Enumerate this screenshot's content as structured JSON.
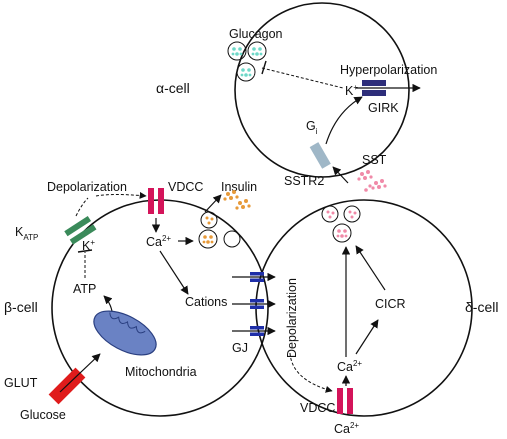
{
  "alpha_cell": {
    "name": "α-cell",
    "glucagon": "Glucagon",
    "hyperpolarization": "Hyperpolarization",
    "k_ion": "K",
    "k_charge": "+",
    "girk": "GIRK",
    "gi": "G",
    "gi_sub": "i"
  },
  "beta_cell": {
    "name": "β-cell",
    "depolarization": "Depolarization",
    "vdcc": "VDCC",
    "insulin": "Insulin",
    "katp": "K",
    "katp_sub": "ATP",
    "k_ion": "K",
    "k_charge": "+",
    "ca_ion": "Ca",
    "ca_charge": "2+",
    "atp": "ATP",
    "cations": "Cations",
    "mitochondria": "Mitochondria",
    "glut": "GLUT",
    "glucose": "Glucose",
    "gj": "GJ"
  },
  "delta_cell": {
    "name": "δ-cell",
    "sst": "SST",
    "sstr2": "SSTR2",
    "depolarization": "Depolarization",
    "cicr": "CICR",
    "ca_ion": "Ca",
    "ca_charge": "2+",
    "vdcc": "VDCC",
    "ca_ext": "Ca",
    "ca_ext_charge": "2+"
  },
  "colors": {
    "vdcc": "#d4145a",
    "katp": "#3a8a5a",
    "girk": "#2e2e7a",
    "gap_junction": "#1f2fa8",
    "sstr2": "#9fb7c7",
    "glut": "#e01b1b",
    "mitochondria": "#6a82c4",
    "glucagon_granule": "#6fd8c8",
    "insulin_granule": "#e79a3a",
    "sst_granule": "#f08aa8"
  }
}
